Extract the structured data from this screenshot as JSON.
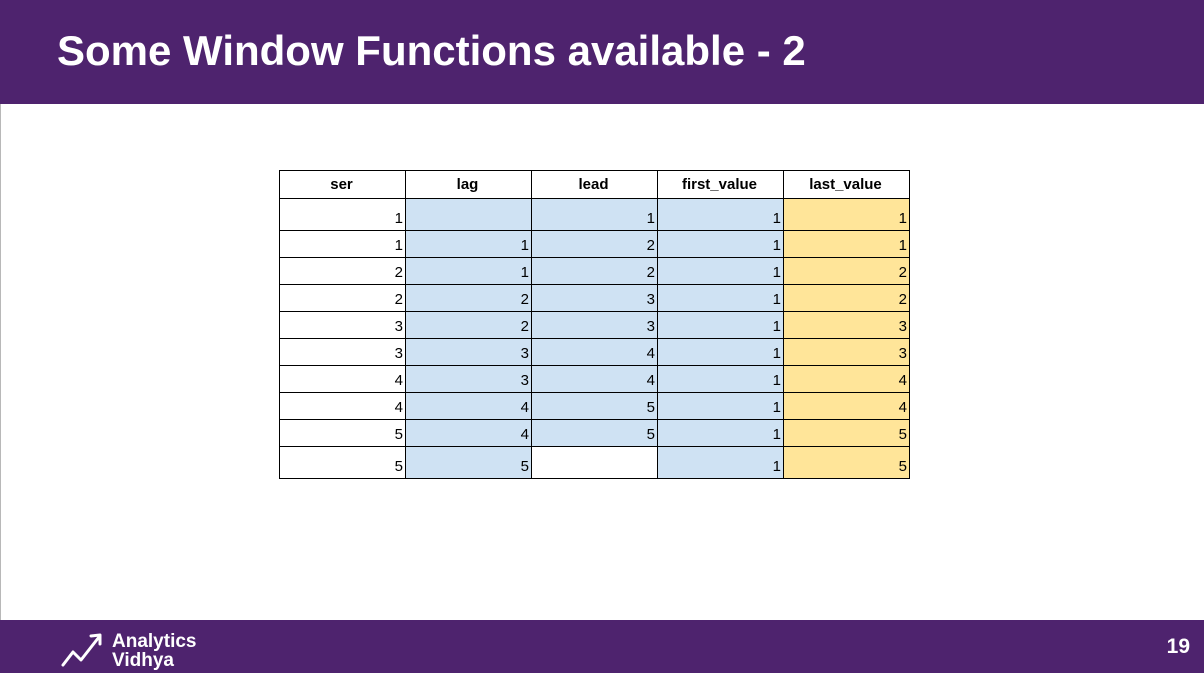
{
  "slide": {
    "title": "Some Window Functions available - 2",
    "page_number": "19"
  },
  "logo": {
    "line1": "Analytics",
    "line2": "Vidhya"
  },
  "colors": {
    "header_bg": "#4e236e",
    "blue_fill": "#cfe2f3",
    "gold_fill": "#ffe599"
  },
  "table": {
    "headers": [
      "ser",
      "lag",
      "lead",
      "first_value",
      "last_value"
    ],
    "rows": [
      [
        "1",
        "",
        "1",
        "1",
        "1"
      ],
      [
        "1",
        "1",
        "2",
        "1",
        "1"
      ],
      [
        "2",
        "1",
        "2",
        "1",
        "2"
      ],
      [
        "2",
        "2",
        "3",
        "1",
        "2"
      ],
      [
        "3",
        "2",
        "3",
        "1",
        "3"
      ],
      [
        "3",
        "3",
        "4",
        "1",
        "3"
      ],
      [
        "4",
        "3",
        "4",
        "1",
        "4"
      ],
      [
        "4",
        "4",
        "5",
        "1",
        "4"
      ],
      [
        "5",
        "4",
        "5",
        "1",
        "5"
      ],
      [
        "5",
        "5",
        "",
        "1",
        "5"
      ]
    ]
  }
}
